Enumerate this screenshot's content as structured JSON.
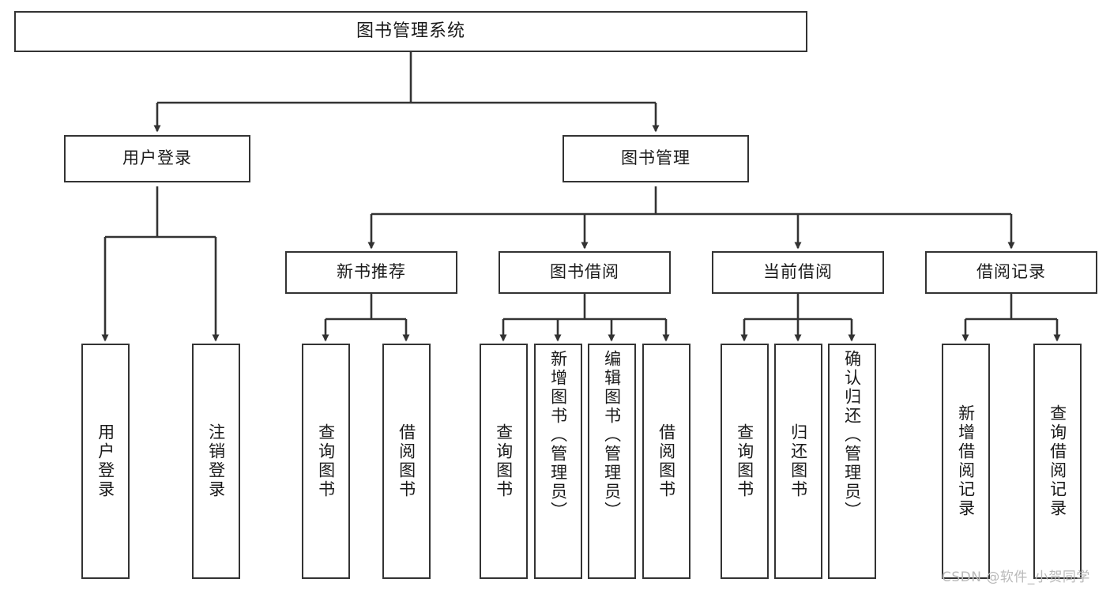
{
  "diagram": {
    "title": "图书管理系统",
    "type": "tree-hierarchy",
    "orientation": "top-down",
    "colors": {
      "node_border": "#333333",
      "node_fill": "#ffffff",
      "edge": "#333333",
      "text": "#1a1a1a",
      "watermark": "#b9b9b9",
      "background": "#ffffff"
    },
    "watermark": "CSDN @软件_小贺同学",
    "levels": {
      "root": {
        "label": "图书管理系统"
      },
      "level2": [
        {
          "label": "用户登录"
        },
        {
          "label": "图书管理"
        }
      ],
      "level3": [
        {
          "label": "新书推荐"
        },
        {
          "label": "图书借阅"
        },
        {
          "label": "当前借阅"
        },
        {
          "label": "借阅记录"
        }
      ],
      "leaves": [
        {
          "label": "用户登录",
          "parent": "用户登录"
        },
        {
          "label": "注销登录",
          "parent": "用户登录"
        },
        {
          "label": "查询图书",
          "parent": "新书推荐"
        },
        {
          "label": "借阅图书",
          "parent": "新书推荐"
        },
        {
          "label": "查询图书",
          "parent": "图书借阅"
        },
        {
          "label": "新增图书（管理员）",
          "parent": "图书借阅"
        },
        {
          "label": "编辑图书（管理员）",
          "parent": "图书借阅"
        },
        {
          "label": "借阅图书",
          "parent": "图书借阅"
        },
        {
          "label": "查询图书",
          "parent": "当前借阅"
        },
        {
          "label": "归还图书",
          "parent": "当前借阅"
        },
        {
          "label": "确认归还（管理员）",
          "parent": "当前借阅"
        },
        {
          "label": "新增借阅记录",
          "parent": "借阅记录"
        },
        {
          "label": "查询借阅记录",
          "parent": "借阅记录"
        }
      ]
    }
  }
}
